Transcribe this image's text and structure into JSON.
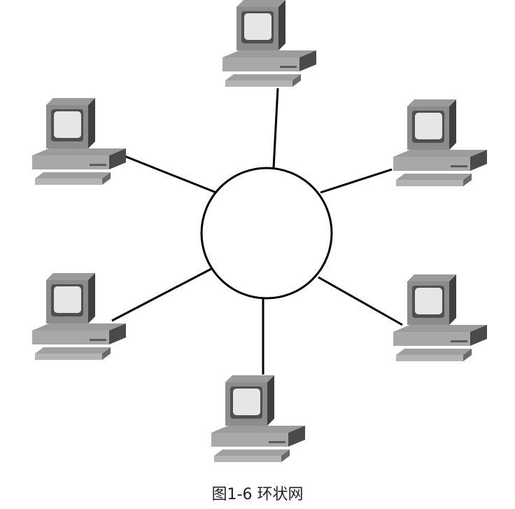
{
  "caption": "图1-6 环状网",
  "colors": {
    "line": "#000000",
    "ring_fill": "#ffffff",
    "computer_dark": "#4f4f4f",
    "computer_mid": "#8c8c8c",
    "computer_light": "#b8b8b8",
    "screen": "#e6e6e6"
  },
  "nodes": [
    {
      "name": "computer-top",
      "icon": "desktop-computer-icon"
    },
    {
      "name": "computer-upper-left",
      "icon": "desktop-computer-icon"
    },
    {
      "name": "computer-upper-right",
      "icon": "desktop-computer-icon"
    },
    {
      "name": "computer-lower-left",
      "icon": "desktop-computer-icon"
    },
    {
      "name": "computer-lower-right",
      "icon": "desktop-computer-icon"
    },
    {
      "name": "computer-bottom",
      "icon": "desktop-computer-icon"
    }
  ],
  "hub": {
    "shape": "circle",
    "icon": "ring-hub-icon"
  }
}
